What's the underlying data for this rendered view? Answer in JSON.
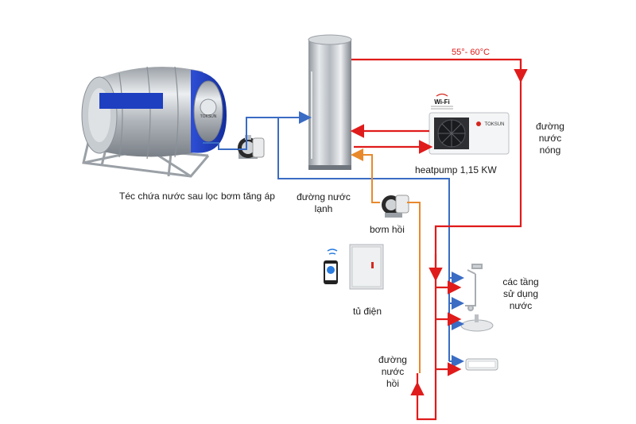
{
  "labels": {
    "tank": "Téc chứa nước sau lọc",
    "booster_pump": "bơm tăng áp",
    "cold_line_1": "đường nước",
    "cold_line_2": "lạnh",
    "temperature": "55°- 60°C",
    "hot_line_1": "đường",
    "hot_line_2": "nước",
    "hot_line_3": "nóng",
    "heatpump": "heatpump 1,15 KW",
    "return_pump": "bơm hồi",
    "floors_1": "các tầng",
    "floors_2": "sử dụng",
    "floors_3": "nước",
    "cabinet": "tủ điện",
    "return_line_1": "đường",
    "return_line_2": "nước",
    "return_line_3": "hồi",
    "wifi": "Wi-Fi",
    "brand": "TOKSUN",
    "tank_brand": "TOKSUN"
  },
  "colors": {
    "hot": "#e01b1b",
    "cold": "#3a6cc4",
    "return": "#e8892c",
    "steel": "#b9bec4",
    "blue_band": "#1e3fc0"
  },
  "icons": {
    "wifi_badge": "wifi-icon",
    "phone": "phone-icon"
  }
}
